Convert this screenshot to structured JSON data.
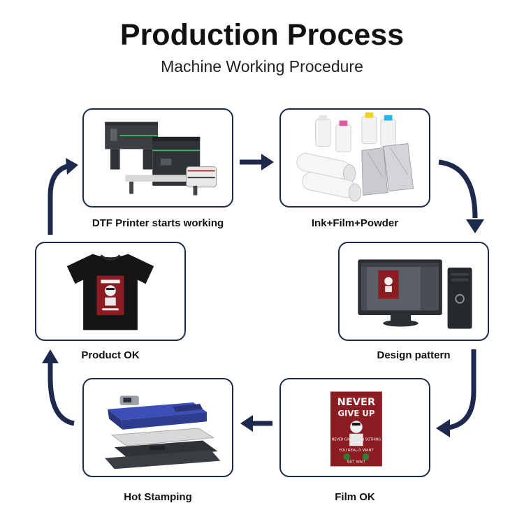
{
  "header": {
    "title": "Production Process",
    "subtitle": "Machine Working Procedure"
  },
  "steps": [
    {
      "label": "DTF Printer starts working",
      "image": "dtf-printer-image"
    },
    {
      "label": "Ink+Film+Powder",
      "image": "ink-film-powder-image"
    },
    {
      "label": "Design pattern",
      "image": "computer-design-image"
    },
    {
      "label": "Film OK",
      "image": "printed-film-image"
    },
    {
      "label": "Hot Stamping",
      "image": "heat-press-image"
    },
    {
      "label": "Product OK",
      "image": "black-tshirt-image"
    }
  ],
  "film_text": {
    "line1": "NEVER",
    "line2": "GIVE UP",
    "line3": "NEVER GIVE UP ON SOTHING",
    "line4": "YOU REALLY WANT",
    "line5": "BUT WAIT"
  },
  "colors": {
    "arrow": "#1d2a4d",
    "card_border": "#1d2a4d",
    "design_red": "#8b1c22"
  }
}
